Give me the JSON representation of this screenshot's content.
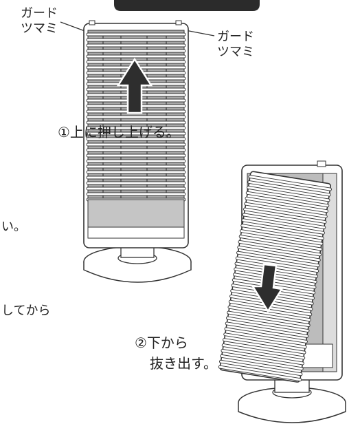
{
  "labels": {
    "guard_knob_left_l1": "ガード",
    "guard_knob_left_l2": "ツマミ",
    "guard_knob_right_l1": "ガード",
    "guard_knob_right_l2": "ツマミ",
    "step1": "①上に押し上げる。",
    "step2_l1": "②下から",
    "step2_l2": "抜き出す。",
    "edge_text_1": "い。",
    "edge_text_2": "してから"
  },
  "colors": {
    "top_bar": "#2b2b2b",
    "line": "#333333",
    "grille_fill": "#a9a9a9",
    "arrow": "#2e2e2e"
  }
}
